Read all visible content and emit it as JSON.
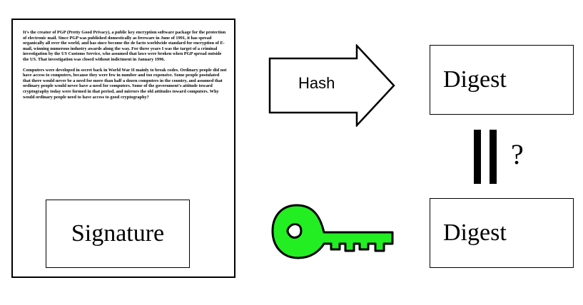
{
  "document": {
    "paragraph1": "It's the creator of PGP (Pretty Good Privacy), a public key encryption software package for the protection of electronic mail. Since PGP was published domestically as freeware in June of 1991, it has spread organically all over the world, and has since become the de facto worldwide standard for encryption of E-mail, winning numerous industry awards along the way. For three years I was the target of a criminal investigation by the US Customs Service, who assumed that laws were broken when PGP spread outside the US. That investigation was closed without indictment in January 1996.",
    "paragraph2": "Computers were developed in secret back in World War II mainly to break codes. Ordinary people did not have access to computers, because they were few in number and too expensive. Some people postulated that there would never be a need for more than half a dozen computers in the country, and assumed that ordinary people would never have a need for computers. Some of the government's attitude toward cryptography today were formed in that period, and mirrors the old attitudes toward computers. Why would ordinary people need to have access to good cryptography?",
    "signature_label": "Signature"
  },
  "hash": {
    "label": "Hash"
  },
  "digest_top": {
    "label": "Digest"
  },
  "digest_bottom": {
    "label": "Digest"
  },
  "comparison": {
    "question": "?"
  },
  "colors": {
    "key_fill": "#22ee22",
    "outline": "#000000"
  },
  "icons": {
    "key": "key-icon",
    "arrow": "right-arrow-icon"
  }
}
